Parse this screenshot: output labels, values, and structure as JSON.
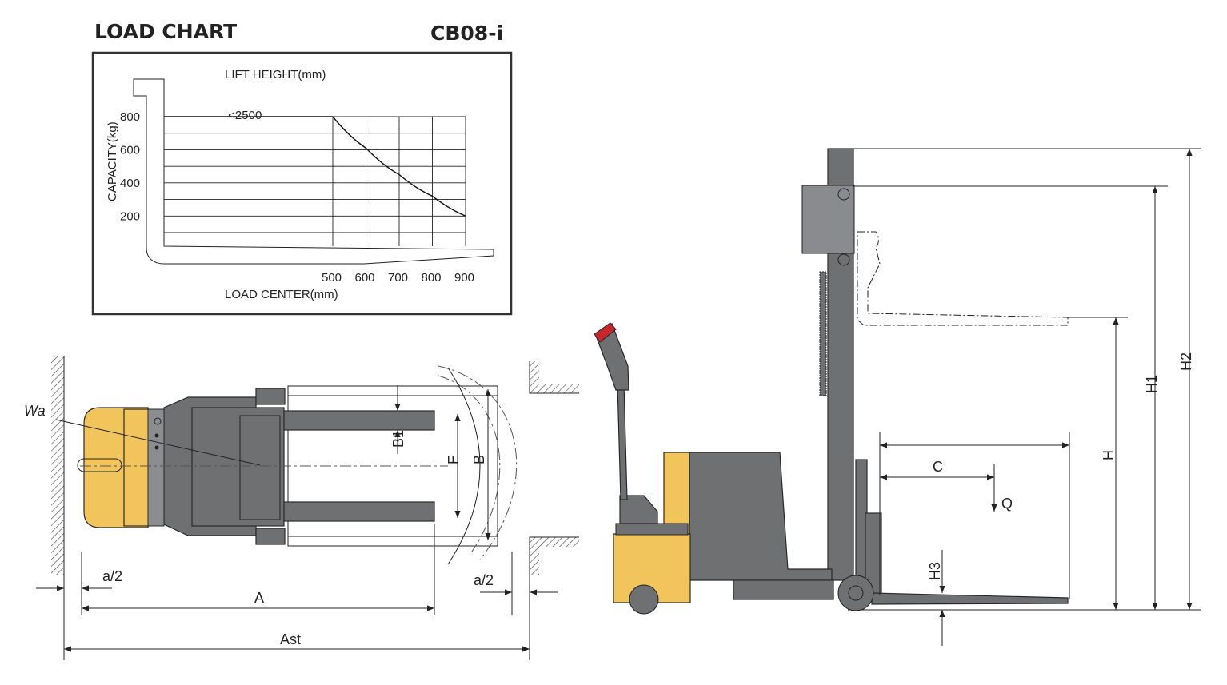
{
  "header": {
    "left_title": "LOAD CHART",
    "right_title": "CB08-i"
  },
  "chart_data": {
    "type": "line",
    "title": "",
    "top_label": "LIFT HEIGHT(mm)",
    "xlabel": "LOAD CENTER(mm)",
    "ylabel": "CAPACITY(kg)",
    "x_ticks": [
      "500",
      "600",
      "700",
      "800",
      "900"
    ],
    "y_ticks": [
      "200",
      "400",
      "600",
      "800"
    ],
    "xlim": [
      0,
      900
    ],
    "ylim": [
      0,
      800
    ],
    "series": [
      {
        "name": "<2500",
        "x": [
          0,
          500,
          600,
          700,
          800,
          900
        ],
        "y": [
          800,
          800,
          610,
          450,
          320,
          200
        ]
      }
    ]
  },
  "dimensions": {
    "wa": "Wa",
    "a_half_left": "a/2",
    "a_half_right": "a/2",
    "a": "A",
    "ast": "Ast",
    "b1": "B1",
    "e": "E",
    "b": "B",
    "c": "C",
    "q": "Q",
    "h": "H",
    "h1": "H1",
    "h2": "H2",
    "h3": "H3"
  },
  "colors": {
    "machine_body": "#6f7072",
    "battery_cover": "#f2c55c",
    "handle_tip": "#c8262b"
  }
}
